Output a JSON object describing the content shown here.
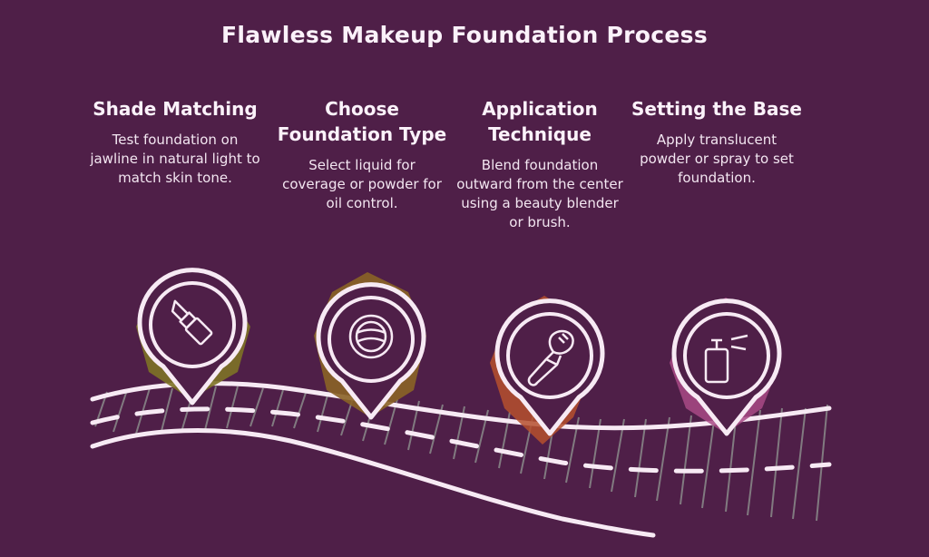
{
  "title": "Flawless Makeup Foundation Process",
  "colors": {
    "background": "#4f1f48",
    "text": "#fbf2fa",
    "road_lines": "#f7eaf4",
    "road_hatch": "#8a8a8a",
    "step1_accent": "#7d7226",
    "step2_accent": "#8a6326",
    "step3_accent": "#b5502e",
    "step4_accent": "#a84a86"
  },
  "steps": [
    {
      "title": "Shade Matching",
      "description": "Test foundation on jawline in natural light to match skin tone.",
      "icon": "lipstick-icon"
    },
    {
      "title": "Choose Foundation Type",
      "description": "Select liquid for coverage or powder for oil control.",
      "icon": "powder-compact-icon"
    },
    {
      "title": "Application Technique",
      "description": "Blend foundation outward from the center using a beauty blender or brush.",
      "icon": "makeup-brush-icon"
    },
    {
      "title": "Setting the Base",
      "description": "Apply translucent powder or spray to set foundation.",
      "icon": "setting-spray-icon"
    }
  ]
}
